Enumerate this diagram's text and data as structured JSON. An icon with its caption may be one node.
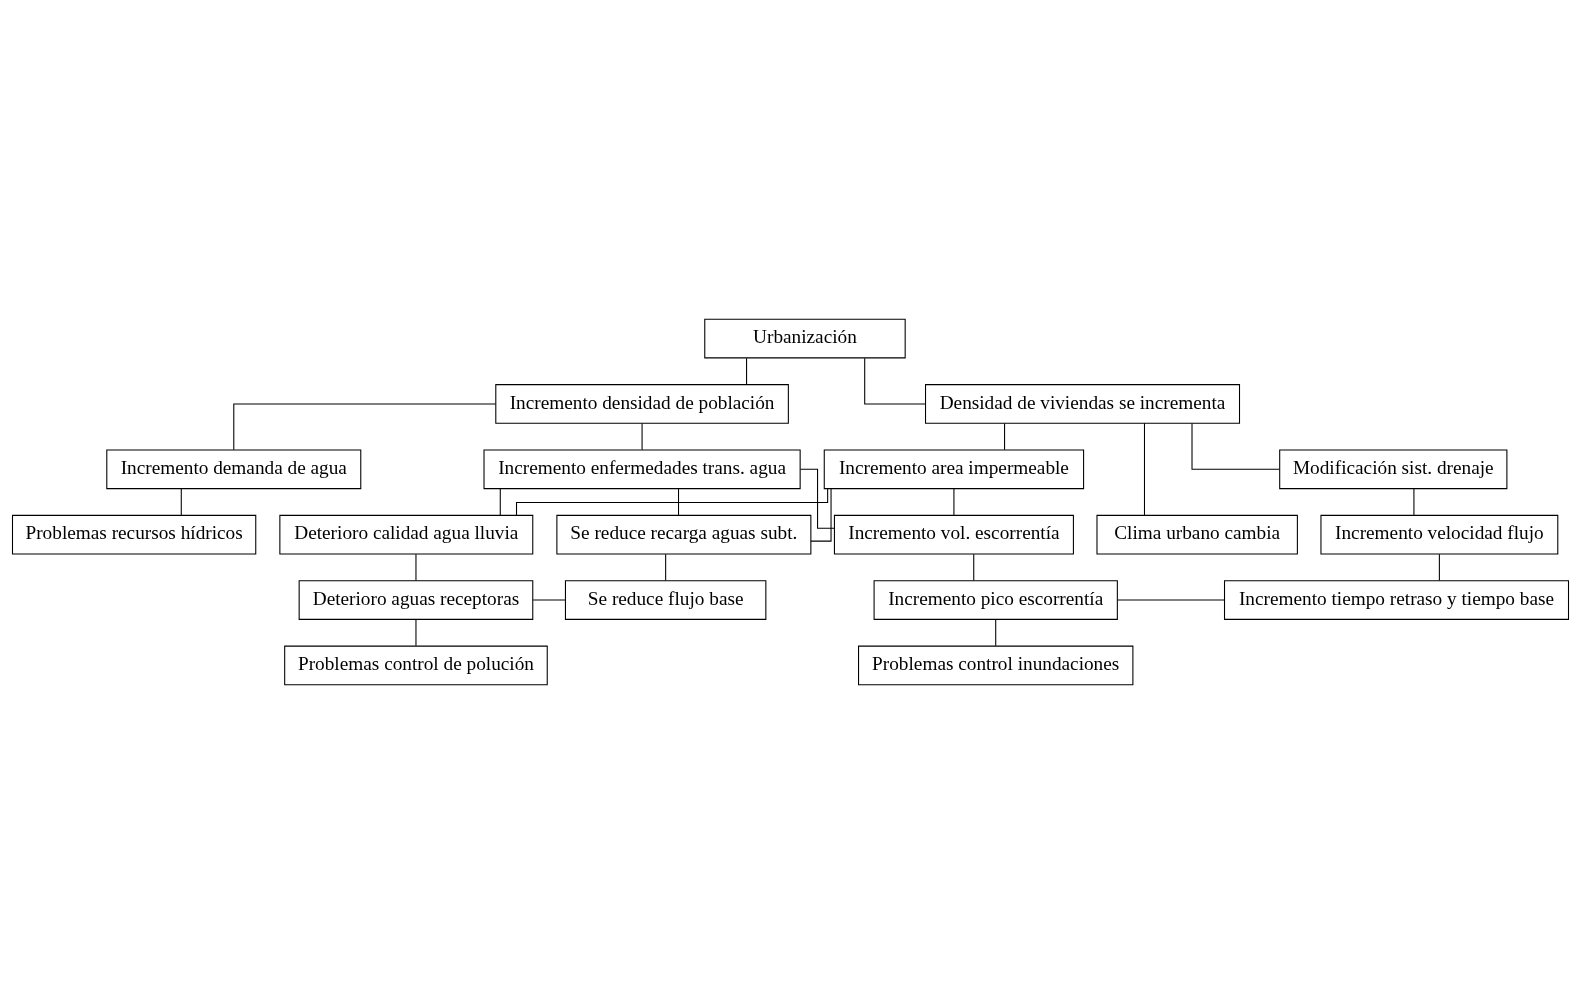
{
  "diagram": {
    "nodes": [
      {
        "text": [
          "Urbanización"
        ]
      },
      {
        "text": [
          "Incremento densidad de población"
        ]
      },
      {
        "text": [
          "Densidad de viviendas se incrementa"
        ]
      },
      {
        "text": [
          "Incremento enfermedades trans. agua"
        ]
      },
      {
        "text": [
          "Incremento demanda de agua"
        ]
      },
      {
        "text": [
          "Incremento area impermeable"
        ]
      },
      {
        "text": [
          "Modificación sist. drenaje"
        ]
      },
      {
        "text": [
          "Problemas recursos hídricos"
        ]
      },
      {
        "text": [
          "Clima urbano cambia"
        ]
      },
      {
        "text": [
          "Deterioro calidad agua lluvia"
        ]
      },
      {
        "text": [
          "Se reduce recarga aguas subt."
        ]
      },
      {
        "text": [
          "Incremento vol. escorrentía"
        ]
      },
      {
        "text": [
          "Incremento velocidad flujo"
        ]
      },
      {
        "text": [
          "Deterioro aguas receptoras"
        ]
      },
      {
        "text": [
          "Se reduce flujo base"
        ]
      },
      {
        "text": [
          "Incremento pico escorrentía"
        ]
      },
      {
        "text": [
          "Incremento tiempo retraso y tiempo base"
        ]
      },
      {
        "text": [
          "Problemas control de polución"
        ]
      },
      {
        "text": [
          "Problemas control inundaciones"
        ]
      }
    ],
    "edges": [
      {
        "from": 0,
        "to": 1,
        "arrow": "none"
      },
      {
        "from": 0,
        "to": 2,
        "arrow": "none"
      },
      {
        "from": 1,
        "to": 3,
        "arrow": "none"
      },
      {
        "from": 1,
        "to": 4,
        "arrow": "none"
      },
      {
        "from": 2,
        "to": 5,
        "arrow": "none"
      },
      {
        "from": 2,
        "to": 8,
        "arrow": "none"
      },
      {
        "from": 2,
        "to": 6,
        "arrow": "none"
      },
      {
        "from": 4,
        "to": 7,
        "arrow": "none"
      },
      {
        "from": 3,
        "to": 9,
        "arrow": "none"
      },
      {
        "from": 3,
        "to": 10,
        "arrow": "none"
      },
      {
        "from": 3,
        "to": 11,
        "arrow": "none"
      },
      {
        "from": 5,
        "to": 9,
        "arrow": "none"
      },
      {
        "from": 5,
        "to": 10,
        "arrow": "none"
      },
      {
        "from": 5,
        "to": 11,
        "arrow": "none"
      },
      {
        "from": 6,
        "to": 12,
        "arrow": "none"
      },
      {
        "from": 9,
        "to": 13,
        "arrow": "none"
      },
      {
        "from": 13,
        "to": 14,
        "arrow": "none"
      },
      {
        "from": 10,
        "to": 14,
        "arrow": "none"
      },
      {
        "from": 11,
        "to": 15,
        "arrow": "none"
      },
      {
        "from": 15,
        "to": 16,
        "arrow": "none"
      },
      {
        "from": 12,
        "to": 16,
        "arrow": "none"
      },
      {
        "from": 13,
        "to": 17,
        "arrow": "none"
      },
      {
        "from": 15,
        "to": 18,
        "arrow": "none"
      }
    ]
  }
}
